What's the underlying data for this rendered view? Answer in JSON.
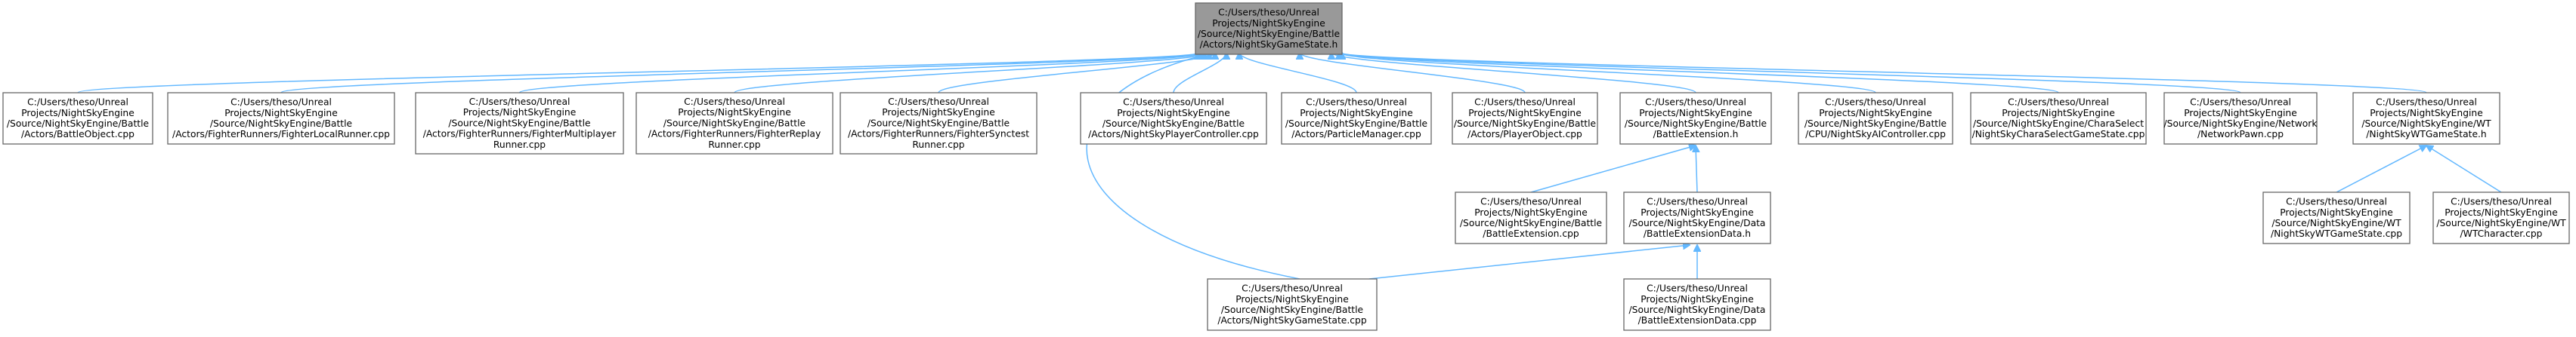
{
  "diagram": {
    "colors": {
      "edge": "#63b8ff",
      "root_fill": "#999999",
      "box_border": "#666666",
      "box_fill": "#ffffff"
    },
    "nodes": [
      {
        "id": "root",
        "lines": [
          "C:/Users/theso/Unreal",
          "Projects/NightSkyEngine",
          "/Source/NightSkyEngine/Battle",
          "/Actors/NightSkyGameState.h"
        ]
      },
      {
        "id": "n1",
        "lines": [
          "C:/Users/theso/Unreal",
          "Projects/NightSkyEngine",
          "/Source/NightSkyEngine/Battle",
          "/Actors/BattleObject.cpp"
        ]
      },
      {
        "id": "n2",
        "lines": [
          "C:/Users/theso/Unreal",
          "Projects/NightSkyEngine",
          "/Source/NightSkyEngine/Battle",
          "/Actors/FighterRunners/FighterLocalRunner.cpp"
        ]
      },
      {
        "id": "n3",
        "lines": [
          "C:/Users/theso/Unreal",
          "Projects/NightSkyEngine",
          "/Source/NightSkyEngine/Battle",
          "/Actors/FighterRunners/FighterMultiplayer",
          "Runner.cpp"
        ]
      },
      {
        "id": "n4",
        "lines": [
          "C:/Users/theso/Unreal",
          "Projects/NightSkyEngine",
          "/Source/NightSkyEngine/Battle",
          "/Actors/FighterRunners/FighterReplay",
          "Runner.cpp"
        ]
      },
      {
        "id": "n5",
        "lines": [
          "C:/Users/theso/Unreal",
          "Projects/NightSkyEngine",
          "/Source/NightSkyEngine/Battle",
          "/Actors/FighterRunners/FighterSynctest",
          "Runner.cpp"
        ]
      },
      {
        "id": "n6",
        "lines": [
          "C:/Users/theso/Unreal",
          "Projects/NightSkyEngine",
          "/Source/NightSkyEngine/Battle",
          "/Actors/NightSkyPlayerController.cpp"
        ]
      },
      {
        "id": "n7",
        "lines": [
          "C:/Users/theso/Unreal",
          "Projects/NightSkyEngine",
          "/Source/NightSkyEngine/Battle",
          "/Actors/ParticleManager.cpp"
        ]
      },
      {
        "id": "n8",
        "lines": [
          "C:/Users/theso/Unreal",
          "Projects/NightSkyEngine",
          "/Source/NightSkyEngine/Battle",
          "/Actors/PlayerObject.cpp"
        ]
      },
      {
        "id": "n9",
        "lines": [
          "C:/Users/theso/Unreal",
          "Projects/NightSkyEngine",
          "/Source/NightSkyEngine/Battle",
          "/BattleExtension.h"
        ]
      },
      {
        "id": "n10",
        "lines": [
          "C:/Users/theso/Unreal",
          "Projects/NightSkyEngine",
          "/Source/NightSkyEngine/Battle",
          "/CPU/NightSkyAIController.cpp"
        ]
      },
      {
        "id": "n11",
        "lines": [
          "C:/Users/theso/Unreal",
          "Projects/NightSkyEngine",
          "/Source/NightSkyEngine/CharaSelect",
          "/NightSkyCharaSelectGameState.cpp"
        ]
      },
      {
        "id": "n12",
        "lines": [
          "C:/Users/theso/Unreal",
          "Projects/NightSkyEngine",
          "/Source/NightSkyEngine/Network",
          "/NetworkPawn.cpp"
        ]
      },
      {
        "id": "n13",
        "lines": [
          "C:/Users/theso/Unreal",
          "Projects/NightSkyEngine",
          "/Source/NightSkyEngine/WT",
          "/NightSkyWTGameState.h"
        ]
      },
      {
        "id": "n14",
        "lines": [
          "C:/Users/theso/Unreal",
          "Projects/NightSkyEngine",
          "/Source/NightSkyEngine/Battle",
          "/BattleExtension.cpp"
        ]
      },
      {
        "id": "n15",
        "lines": [
          "C:/Users/theso/Unreal",
          "Projects/NightSkyEngine",
          "/Source/NightSkyEngine/Data",
          "/BattleExtensionData.h"
        ]
      },
      {
        "id": "n16",
        "lines": [
          "C:/Users/theso/Unreal",
          "Projects/NightSkyEngine",
          "/Source/NightSkyEngine/WT",
          "/NightSkyWTGameState.cpp"
        ]
      },
      {
        "id": "n17",
        "lines": [
          "C:/Users/theso/Unreal",
          "Projects/NightSkyEngine",
          "/Source/NightSkyEngine/WT",
          "/WTCharacter.cpp"
        ]
      },
      {
        "id": "n18",
        "lines": [
          "C:/Users/theso/Unreal",
          "Projects/NightSkyEngine",
          "/Source/NightSkyEngine/Battle",
          "/Actors/NightSkyGameState.cpp"
        ]
      },
      {
        "id": "n19",
        "lines": [
          "C:/Users/theso/Unreal",
          "Projects/NightSkyEngine",
          "/Source/NightSkyEngine/Data",
          "/BattleExtensionData.cpp"
        ]
      }
    ],
    "edges": [
      {
        "from": "n1",
        "to": "root"
      },
      {
        "from": "n2",
        "to": "root"
      },
      {
        "from": "n3",
        "to": "root"
      },
      {
        "from": "n4",
        "to": "root"
      },
      {
        "from": "n5",
        "to": "root"
      },
      {
        "from": "n6",
        "to": "root"
      },
      {
        "from": "n7",
        "to": "root"
      },
      {
        "from": "n8",
        "to": "root"
      },
      {
        "from": "n9",
        "to": "root"
      },
      {
        "from": "n10",
        "to": "root"
      },
      {
        "from": "n11",
        "to": "root"
      },
      {
        "from": "n12",
        "to": "root"
      },
      {
        "from": "n13",
        "to": "root"
      },
      {
        "from": "n18",
        "to": "root"
      },
      {
        "from": "n14",
        "to": "n9"
      },
      {
        "from": "n15",
        "to": "n9"
      },
      {
        "from": "n18",
        "to": "n15"
      },
      {
        "from": "n19",
        "to": "n15"
      },
      {
        "from": "n16",
        "to": "n13"
      },
      {
        "from": "n17",
        "to": "n13"
      }
    ]
  }
}
